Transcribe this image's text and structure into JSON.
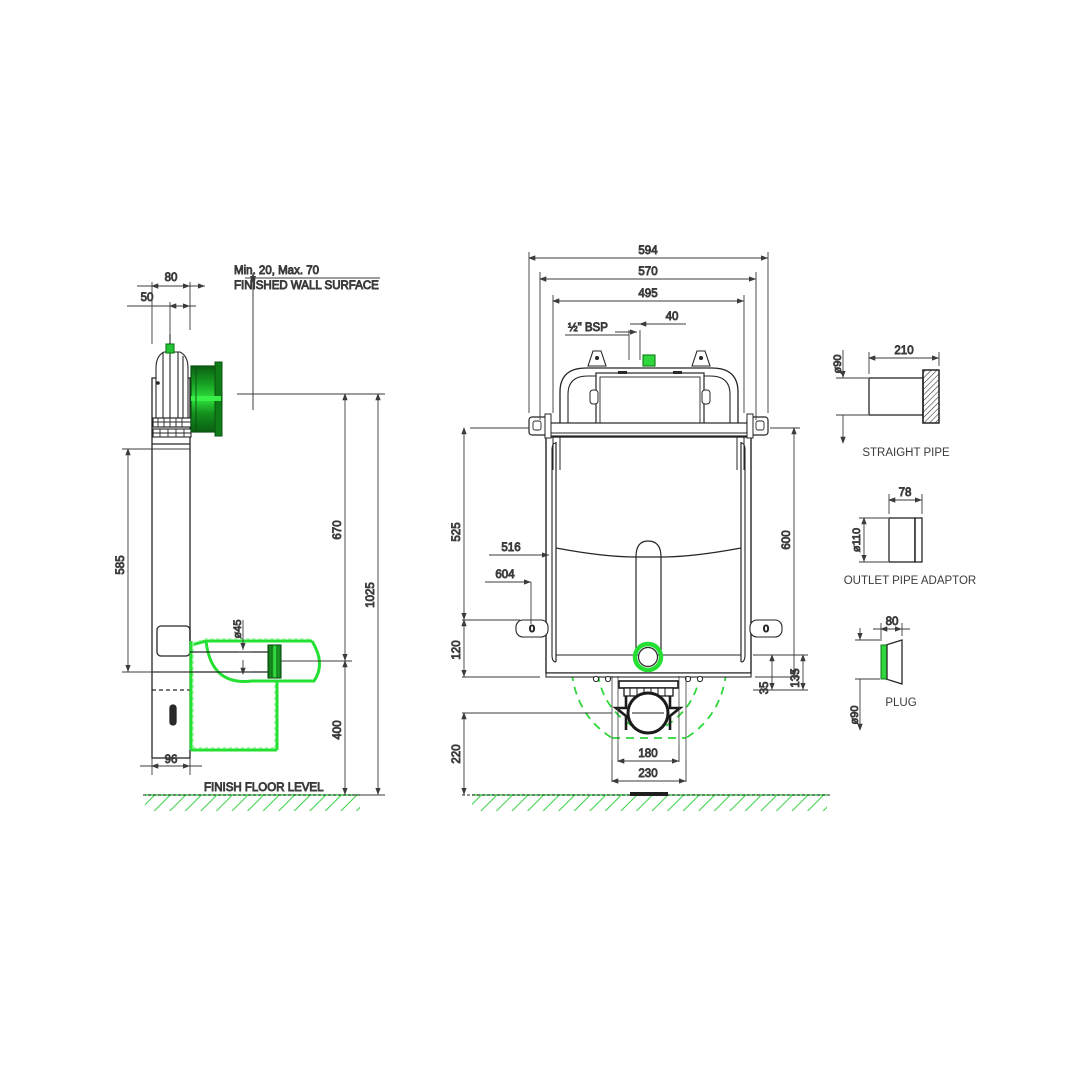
{
  "drawing": {
    "title": "Concealed cistern frame installation drawing",
    "units": "mm",
    "colors": {
      "line": "#262626",
      "dim_line": "#3b3b3b",
      "dim_text": "#4a4a4a",
      "accent_green": "#00c814",
      "accent_green_dark": "#0f7a18",
      "floor_hatch": "#3fd44b",
      "background": "#ffffff"
    }
  },
  "side_view": {
    "name": "side-elevation",
    "labels": {
      "wall_note_line1": "Min. 20, Max. 70",
      "wall_note_line2": "FINISHED WALL SURFACE",
      "floor_level": "FINISH FLOOR LEVEL"
    },
    "dimensions": {
      "d_80": "80",
      "d_50": "50",
      "d_585": "585",
      "d_670": "670",
      "d_1025": "1025",
      "d_400": "400",
      "d_96": "96",
      "d_dia45": "ø45"
    }
  },
  "front_view": {
    "name": "front-elevation",
    "labels": {
      "bsp": "½\" BSP",
      "port_left": "0",
      "port_right": "0"
    },
    "dimensions": {
      "d_594": "594",
      "d_570": "570",
      "d_495": "495",
      "d_40": "40",
      "d_525": "525",
      "d_516": "516",
      "d_604": "604",
      "d_120": "120",
      "d_600": "600",
      "d_135": "135",
      "d_35": "35",
      "d_220": "220",
      "d_180": "180",
      "d_230": "230"
    }
  },
  "parts": [
    {
      "id": "straight-pipe",
      "label": "STRAIGHT PIPE",
      "length": "210",
      "diameter": "ø90"
    },
    {
      "id": "outlet-pipe-adaptor",
      "label": "OUTLET PIPE ADAPTOR",
      "length": "78",
      "diameter": "ø110"
    },
    {
      "id": "plug",
      "label": "PLUG",
      "length": "80",
      "diameter": "ø90"
    }
  ]
}
